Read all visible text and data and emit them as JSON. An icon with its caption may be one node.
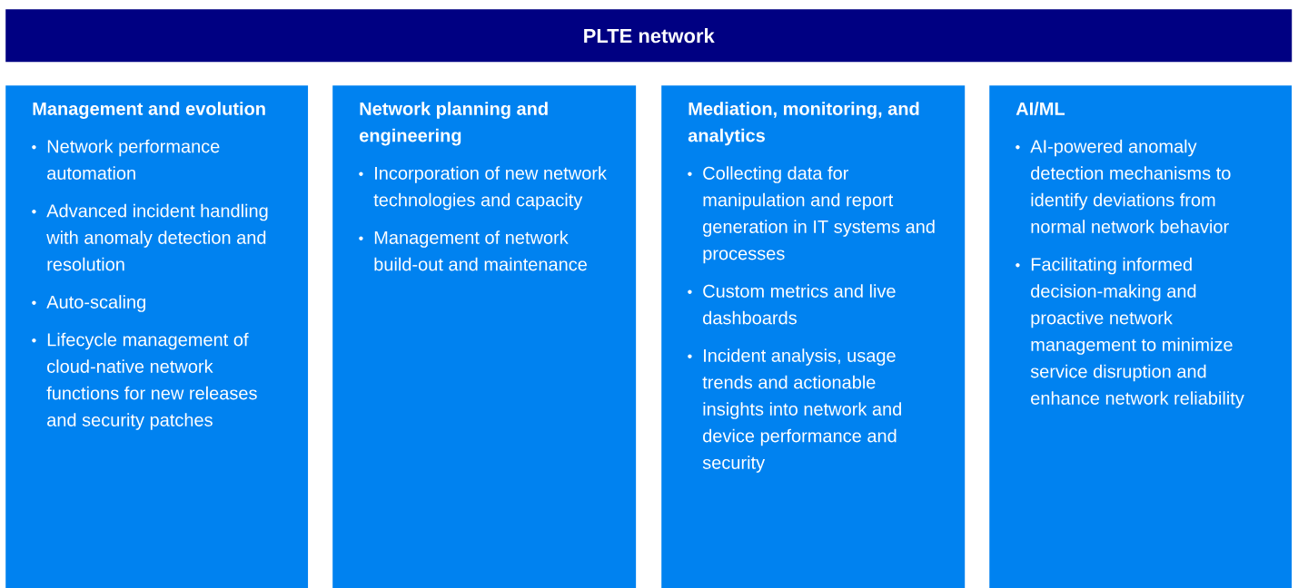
{
  "diagram": {
    "nodes": [
      {
        "text": [
          "PLTE network"
        ]
      },
      {
        "text": [
          "Management and evolution",
          "Network performance automation",
          "Advanced incident handling with anomaly detection and resolution",
          "Auto-scaling",
          "Lifecycle management of cloud-native network functions for new releases and security patches"
        ]
      },
      {
        "text": [
          "Network planning and engineering",
          "Incorporation of new network technologies and capacity",
          "Management of network build-out and maintenance"
        ]
      },
      {
        "text": [
          "Mediation, monitoring, and analytics",
          "Collecting data for manipulation and report generation in IT systems and processes",
          "Custom metrics and live dashboards",
          "Incident analysis, usage trends and actionable insights into network and device performance and security"
        ]
      },
      {
        "text": [
          "AI/ML",
          "AI-powered anomaly detection mechanisms to identify deviations from normal network behavior",
          "Facilitating informed decision-making and proactive network management to minimize service disruption and enhance network reliability"
        ]
      }
    ]
  }
}
